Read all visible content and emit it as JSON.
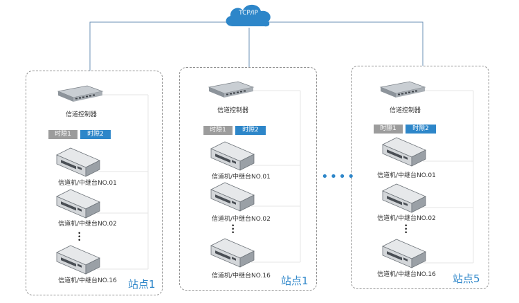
{
  "network": {
    "label": "TCP/IP"
  },
  "colors": {
    "accent": "#2d86c9",
    "slot_gray": "#9c9c9c",
    "wire": "#6a8fb5"
  },
  "sites": [
    {
      "name": "站点1",
      "controller_label": "信道控制器",
      "slots": [
        "时隙1",
        "时隙2"
      ],
      "devices": [
        "信道机/中继台NO.01",
        "信道机/中继台NO.02",
        "信道机/中继台NO.16"
      ]
    },
    {
      "name": "站点1",
      "controller_label": "信道控制器",
      "slots": [
        "时隙1",
        "时隙2"
      ],
      "devices": [
        "信道机/中继台NO.01",
        "信道机/中继台NO.02",
        "信道机/中继台NO.16"
      ]
    },
    {
      "name": "站点5",
      "controller_label": "信道控制器",
      "slots": [
        "时隙1",
        "时隙2"
      ],
      "devices": [
        "信道机/中继台NO.01",
        "信道机/中继台NO.02",
        "信道机/中继台NO.16"
      ]
    }
  ],
  "ellipsis": "••••"
}
